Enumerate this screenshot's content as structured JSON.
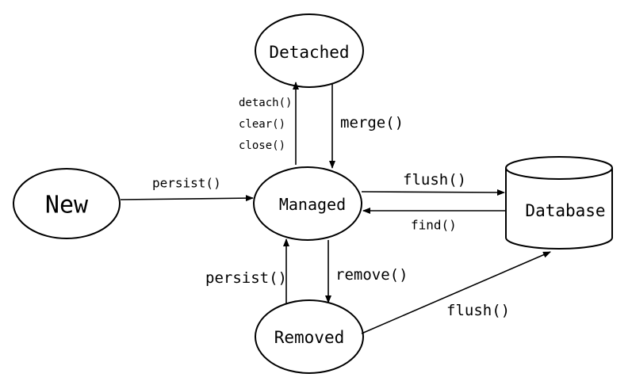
{
  "nodes": {
    "detached": {
      "label": "Detached"
    },
    "new": {
      "label": "New"
    },
    "managed": {
      "label": "Managed"
    },
    "removed": {
      "label": "Removed"
    },
    "database": {
      "label": "Database"
    }
  },
  "edges": {
    "managed_to_detached": {
      "labels": [
        "detach()",
        "clear()",
        "close()"
      ]
    },
    "detached_to_managed": {
      "label": "merge()"
    },
    "new_to_managed": {
      "label": "persist()"
    },
    "managed_to_database": {
      "label": "flush()"
    },
    "database_to_managed": {
      "label": "find()"
    },
    "removed_to_managed": {
      "label": "persist()"
    },
    "managed_to_removed": {
      "label": "remove()"
    },
    "removed_to_database": {
      "label": "flush()"
    }
  },
  "colors": {
    "stroke": "#000000",
    "background": "#ffffff"
  }
}
